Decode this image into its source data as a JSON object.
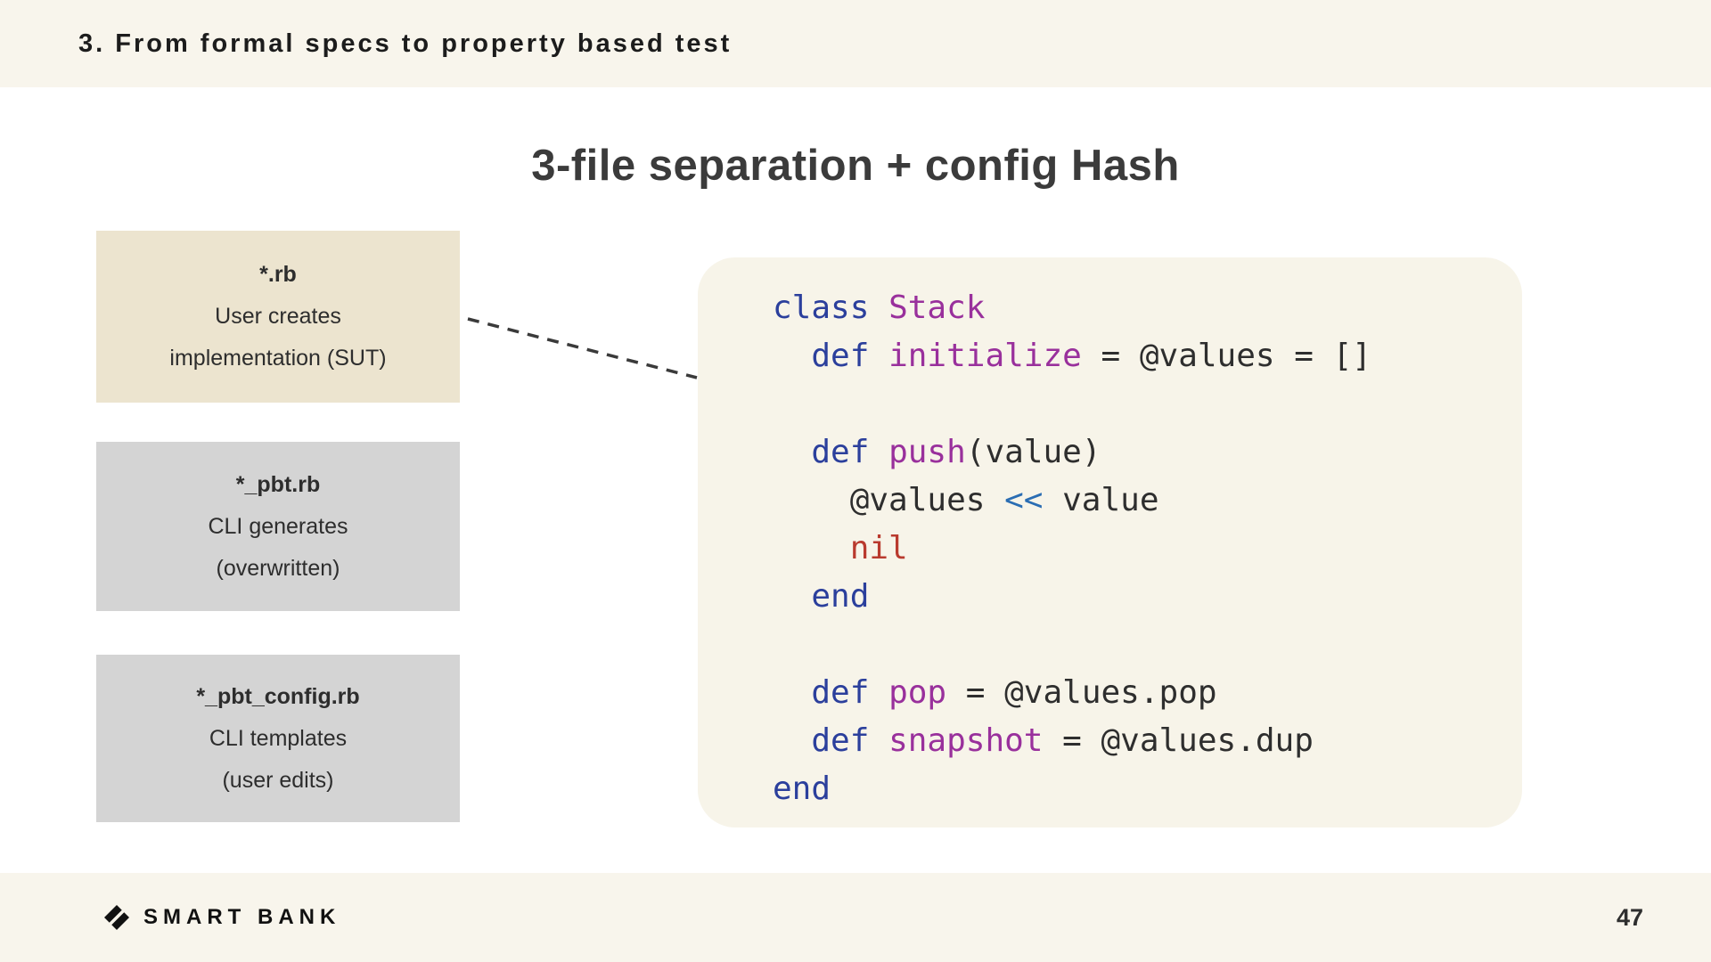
{
  "header": {
    "title": "3. From formal specs to property based test"
  },
  "slide": {
    "title": "3-file separation + config Hash",
    "boxes": [
      {
        "filename": "*.rb",
        "line1": "User creates",
        "line2": "implementation (SUT)"
      },
      {
        "filename": "*_pbt.rb",
        "line1": "CLI generates",
        "line2": "(overwritten)"
      },
      {
        "filename": "*_pbt_config.rb",
        "line1": "CLI templates",
        "line2": "(user edits)"
      }
    ]
  },
  "code": {
    "lines": [
      [
        {
          "c": "kw",
          "v": "class"
        },
        {
          "c": "plain",
          "v": " "
        },
        {
          "c": "name",
          "v": "Stack"
        }
      ],
      [
        {
          "c": "plain",
          "v": "  "
        },
        {
          "c": "kw",
          "v": "def"
        },
        {
          "c": "plain",
          "v": " "
        },
        {
          "c": "name",
          "v": "initialize"
        },
        {
          "c": "plain",
          "v": " = @values = []"
        }
      ],
      [],
      [
        {
          "c": "plain",
          "v": "  "
        },
        {
          "c": "kw",
          "v": "def"
        },
        {
          "c": "plain",
          "v": " "
        },
        {
          "c": "name",
          "v": "push"
        },
        {
          "c": "plain",
          "v": "(value)"
        }
      ],
      [
        {
          "c": "plain",
          "v": "    @values "
        },
        {
          "c": "op",
          "v": "<<"
        },
        {
          "c": "plain",
          "v": " value"
        }
      ],
      [
        {
          "c": "plain",
          "v": "    "
        },
        {
          "c": "const",
          "v": "nil"
        }
      ],
      [
        {
          "c": "plain",
          "v": "  "
        },
        {
          "c": "kw",
          "v": "end"
        }
      ],
      [],
      [
        {
          "c": "plain",
          "v": "  "
        },
        {
          "c": "kw",
          "v": "def"
        },
        {
          "c": "plain",
          "v": " "
        },
        {
          "c": "name",
          "v": "pop"
        },
        {
          "c": "plain",
          "v": " = @values.pop"
        }
      ],
      [
        {
          "c": "plain",
          "v": "  "
        },
        {
          "c": "kw",
          "v": "def"
        },
        {
          "c": "plain",
          "v": " "
        },
        {
          "c": "name",
          "v": "snapshot"
        },
        {
          "c": "plain",
          "v": " = @values.dup"
        }
      ],
      [
        {
          "c": "kw",
          "v": "end"
        }
      ]
    ]
  },
  "footer": {
    "brand": "SMART BANK",
    "page": "47"
  },
  "colors": {
    "header_bg": "#f8f5ec",
    "footer_bg": "#f8f5ec",
    "code_bg": "#f7f4e9",
    "box_tan_bg": "#ece4cf",
    "box_gray_bg": "#d4d4d4",
    "keyword": "#2b3f9c",
    "method": "#99309c",
    "operator": "#2a6db3",
    "constant": "#b93a2e",
    "code_text": "#2e2e2e"
  }
}
